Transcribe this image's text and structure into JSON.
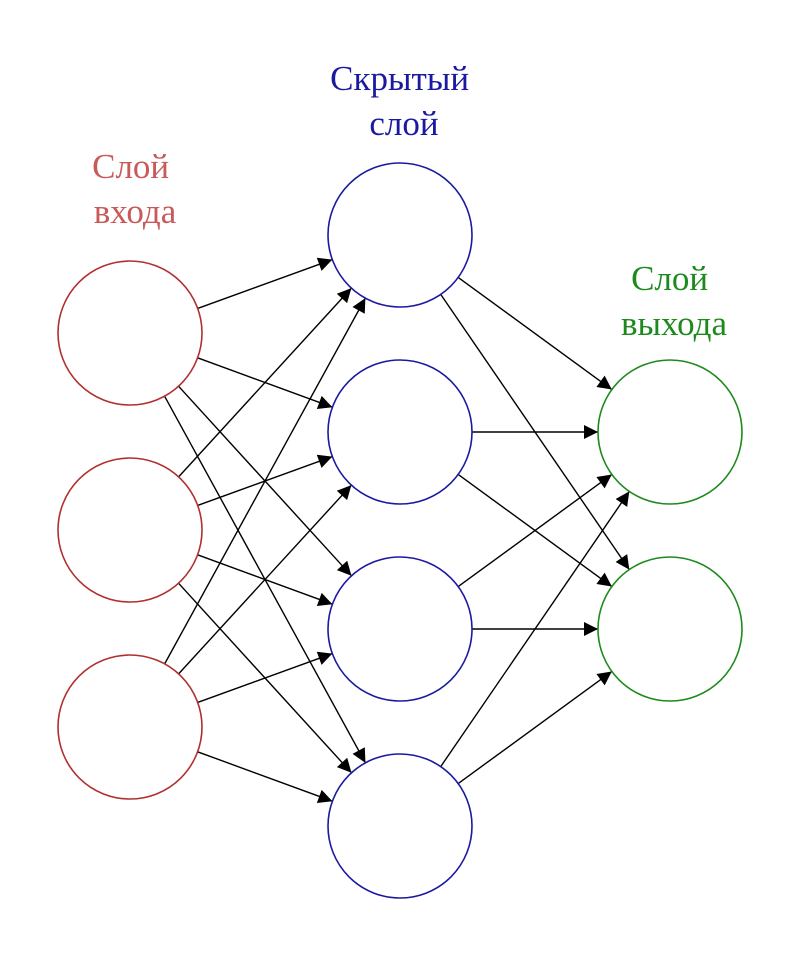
{
  "layers": [
    {
      "id": "input",
      "label_lines": [
        "Слой",
        "входа"
      ],
      "color": "#b03030",
      "label_color": "#c85a5a",
      "node_count": 3
    },
    {
      "id": "hidden",
      "label_lines": [
        "Скрытый",
        "слой"
      ],
      "color": "#1a1aa0",
      "label_color": "#1a1aa0",
      "node_count": 4
    },
    {
      "id": "output",
      "label_lines": [
        "Слой",
        "выхода"
      ],
      "color": "#1e8a1e",
      "label_color": "#1e8a1e",
      "node_count": 2
    }
  ],
  "connections": "fully-connected",
  "edge_color": "#000000"
}
